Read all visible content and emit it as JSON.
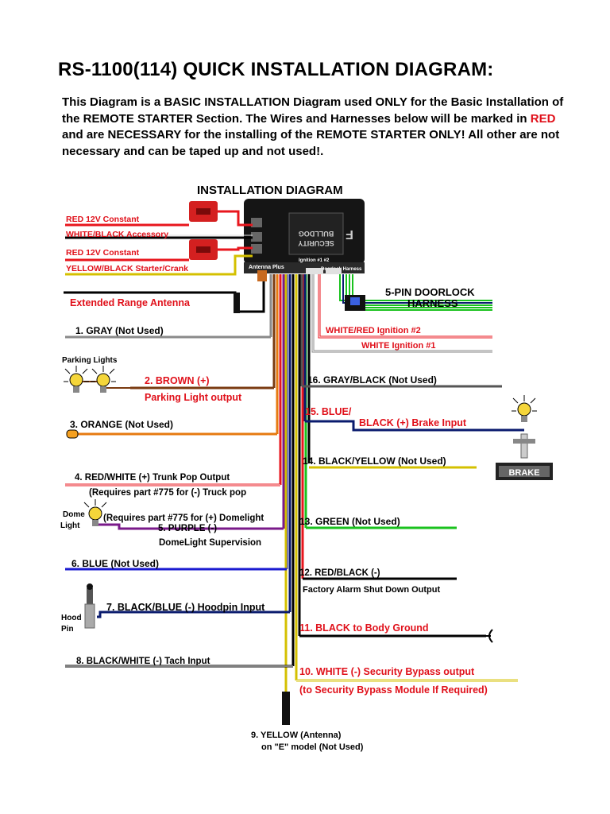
{
  "title": "RS-1100(114) QUICK INSTALLATION DIAGRAM:",
  "intro": {
    "p1": "This Diagram is a ",
    "p2": "BASIC INSTALLATION",
    "p3": " Diagram used ",
    "p4": "ONLY",
    "p5": " for the Basic Installation of the ",
    "p6": "REMOTE STARTER",
    "p7": " Section. The Wires and Harnesses below will be marked in ",
    "p8": "RED",
    "p9": " and are ",
    "p10": "NECESSARY",
    "p11": " for the installing of the ",
    "p12": "REMOTE STARTER ONLY!",
    "p13": " All other are not necessary and can be taped up and not used!."
  },
  "diagram_title": "INSTALLATION DIAGRAM",
  "module": {
    "brand_1": "BULLDOG",
    "brand_2": "SECURITY",
    "logo": "F",
    "port_antenna": "Antenna Plus",
    "port_ignition": "Ignition\n#1 #2",
    "port_doorlock": "Doorlock\nHarness"
  },
  "harness_labels": {
    "red_12v_1": "RED 12V Constant",
    "white_black": "WHITE/BLACK Accessory",
    "red_12v_2": "RED 12V Constant",
    "yellow_black": "YELLOW/BLACK Starter/Crank",
    "antenna": "Extended Range Antenna",
    "doorlock_1": "5-PIN DOORLOCK",
    "doorlock_2": "HARNESS",
    "white_red": "WHITE/RED Ignition #2",
    "white_ign": "WHITE Ignition #1"
  },
  "left_wires": {
    "w1": "1. GRAY  (Not Used)",
    "parking_lights": "Parking Lights",
    "w2a": "2. BROWN (+)",
    "w2b": "Parking Light output",
    "w3": "3. ORANGE  (Not Used)",
    "w4a": "4. RED/WHITE (+) Trunk Pop Output",
    "w4b": "(Requires part #775 for (-) Truck pop",
    "dome": "Dome",
    "light": "Light",
    "w5a": "(Requires part #775 for (+) Domelight",
    "w5b": "5. PURPLE (-)",
    "w5c": "DomeLight Supervision",
    "w6": "6. BLUE (Not Used)",
    "w7": "7. BLACK/BLUE (-) Hoodpin Input",
    "hood": "Hood",
    "pin": "Pin",
    "w8": "8. BLACK/WHITE (-) Tach Input",
    "w9a": "9.  YELLOW (Antenna)",
    "w9b": "on \"E\" model (Not Used)"
  },
  "right_wires": {
    "w16": "16. GRAY/BLACK  (Not Used)",
    "w15a": "15. BLUE/",
    "w15b": "BLACK (+)  Brake Input",
    "w14": "14. BLACK/YELLOW (Not Used)",
    "brake": "BRAKE",
    "w13": "13. GREEN  (Not Used)",
    "w12a": "12. RED/BLACK (-)",
    "w12b": "Factory Alarm Shut Down Output",
    "w11": "11.  BLACK to Body Ground",
    "w10a": "10.  WHITE (-) Security Bypass output",
    "w10b": "(to Security Bypass Module If Required)"
  },
  "colors": {
    "red_label": "#e0101a",
    "black": "#000000",
    "wire_red": "#e8161d",
    "wire_yellow": "#d4c000",
    "wire_blue": "#1a1ad0",
    "wire_navy": "#0a1b6e",
    "wire_green": "#19c21d",
    "wire_brown": "#7a3a10",
    "wire_orange": "#e67a10",
    "wire_purple": "#7a1a8a",
    "wire_gray": "#8a8a8a"
  }
}
